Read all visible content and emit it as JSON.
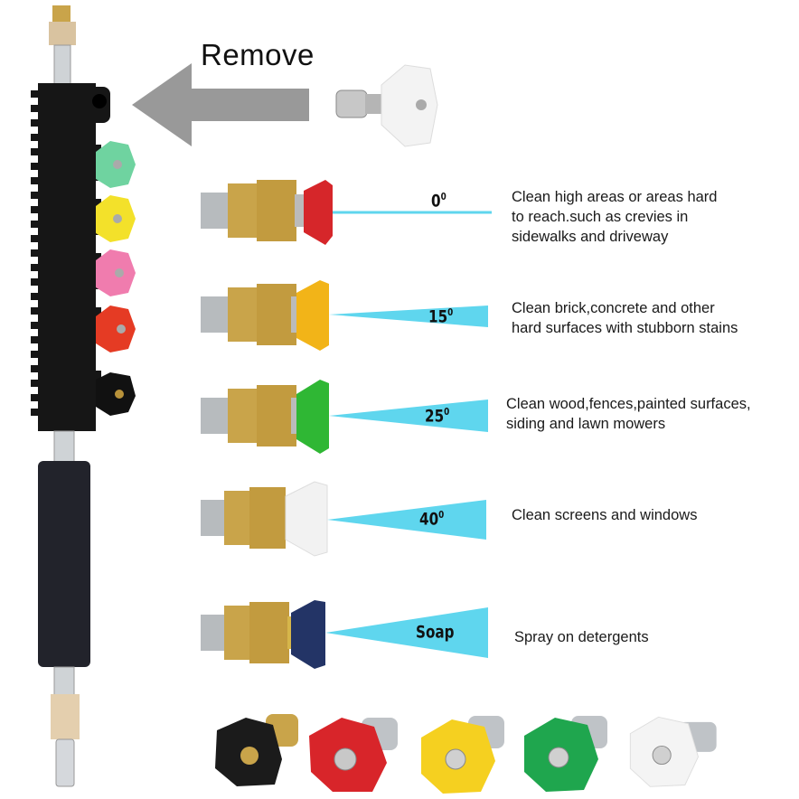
{
  "header": {
    "remove_label": "Remove"
  },
  "colors": {
    "arrow": "#999999",
    "spray": "#5fd6ee",
    "brass": "#c9a44a",
    "wand_black": "#161616"
  },
  "wand": {
    "holder_nozzles": [
      "green",
      "yellow",
      "pink",
      "red",
      "black"
    ]
  },
  "nozzles": [
    {
      "color": "#d6262a",
      "angle_label": "0",
      "degree_symbol": "0",
      "description_lines": [
        "Clean high areas or areas hard",
        "to reach.such as crevies in",
        "sidewalks and driveway"
      ]
    },
    {
      "color": "#f2b418",
      "angle_label": "15",
      "degree_symbol": "0",
      "description_lines": [
        "Clean brick,concrete and other",
        "hard surfaces with stubborn stains"
      ]
    },
    {
      "color": "#2fb734",
      "angle_label": "25",
      "degree_symbol": "0",
      "description_lines": [
        "Clean wood,fences,painted surfaces,",
        "siding and lawn mowers"
      ]
    },
    {
      "color": "#f2f2f2",
      "angle_label": "40",
      "degree_symbol": "0",
      "description_lines": [
        "Clean screens and windows"
      ]
    },
    {
      "color": "#233466",
      "angle_label": "Soap",
      "degree_symbol": "",
      "description_lines": [
        "Spray on detergents"
      ]
    }
  ],
  "bottom_row": [
    {
      "name": "black",
      "color": "#1b1b1b"
    },
    {
      "name": "red",
      "color": "#d8252a"
    },
    {
      "name": "yellow",
      "color": "#f5d020"
    },
    {
      "name": "green",
      "color": "#1fa64e"
    },
    {
      "name": "white",
      "color": "#f4f4f4"
    }
  ]
}
